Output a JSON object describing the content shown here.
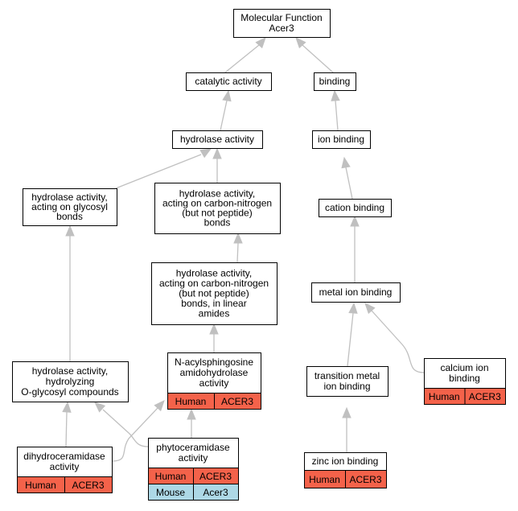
{
  "colors": {
    "edge": "#c0c0c0",
    "node_fill": "#ffffff",
    "node_stroke": "#000000",
    "human": "#f4624a",
    "mouse": "#add8e6"
  },
  "nodes": {
    "root": {
      "lines": [
        "Molecular Function",
        "Acer3"
      ]
    },
    "catalytic": {
      "lines": [
        "catalytic activity"
      ]
    },
    "binding": {
      "lines": [
        "binding"
      ]
    },
    "hydrolase": {
      "lines": [
        "hydrolase activity"
      ]
    },
    "ionbind": {
      "lines": [
        "ion binding"
      ]
    },
    "glyco": {
      "lines": [
        "hydrolase activity,",
        "acting on glycosyl",
        "bonds"
      ]
    },
    "cn": {
      "lines": [
        "hydrolase activity,",
        "acting on carbon-nitrogen",
        "(but not peptide)",
        "bonds"
      ]
    },
    "cation": {
      "lines": [
        "cation binding"
      ]
    },
    "cnlinear": {
      "lines": [
        "hydrolase activity,",
        "acting on carbon-nitrogen",
        "(but not peptide)",
        "bonds, in linear",
        "amides"
      ]
    },
    "metal": {
      "lines": [
        "metal ion binding"
      ]
    },
    "oglyco": {
      "lines": [
        "hydrolase activity,",
        "hydrolyzing",
        "O-glycosyl compounds"
      ]
    },
    "nacyl": {
      "lines": [
        "N-acylsphingosine",
        "amidohydrolase",
        "activity"
      ],
      "rows": [
        [
          "Human",
          "ACER3"
        ]
      ]
    },
    "transition": {
      "lines": [
        "transition metal",
        "ion binding"
      ]
    },
    "calcium": {
      "lines": [
        "calcium ion",
        "binding"
      ],
      "rows": [
        [
          "Human",
          "ACER3"
        ]
      ]
    },
    "dihydro": {
      "lines": [
        "dihydroceramidase",
        "activity"
      ],
      "rows": [
        [
          "Human",
          "ACER3"
        ]
      ]
    },
    "phyto": {
      "lines": [
        "phytoceramidase",
        "activity"
      ],
      "rows": [
        [
          "Human",
          "ACER3"
        ],
        [
          "Mouse",
          "Acer3"
        ]
      ]
    },
    "zinc": {
      "lines": [
        "zinc ion binding"
      ],
      "rows": [
        [
          "Human",
          "ACER3"
        ]
      ]
    }
  }
}
